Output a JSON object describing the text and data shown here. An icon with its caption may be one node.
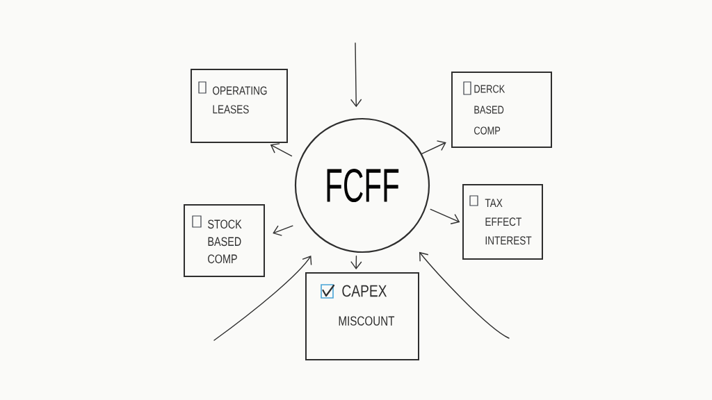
{
  "diagram": {
    "nodes": [
      {
        "text": [
          "OPERATING LEASES"
        ]
      },
      {
        "text": [
          "DERCK BASED COMP"
        ]
      },
      {
        "text": [
          "FCFF"
        ]
      },
      {
        "text": [
          "STOCK BASED COMP"
        ]
      },
      {
        "text": [
          "TAX EFFECT INTEREST"
        ]
      },
      {
        "text": [
          "CAPEX",
          "MISCOUNT"
        ]
      }
    ],
    "edges": [
      {
        "from": null,
        "to": 2,
        "arrow": "to"
      },
      {
        "from": 2,
        "to": 0,
        "arrow": "to"
      },
      {
        "from": 2,
        "to": 1,
        "arrow": "to"
      },
      {
        "from": 2,
        "to": 3,
        "arrow": "to"
      },
      {
        "from": 2,
        "to": 4,
        "arrow": "to"
      },
      {
        "from": 2,
        "to": 5,
        "arrow": "to"
      },
      {
        "from": null,
        "to": 2,
        "arrow": "to"
      },
      {
        "from": null,
        "to": 2,
        "arrow": "to"
      }
    ]
  }
}
